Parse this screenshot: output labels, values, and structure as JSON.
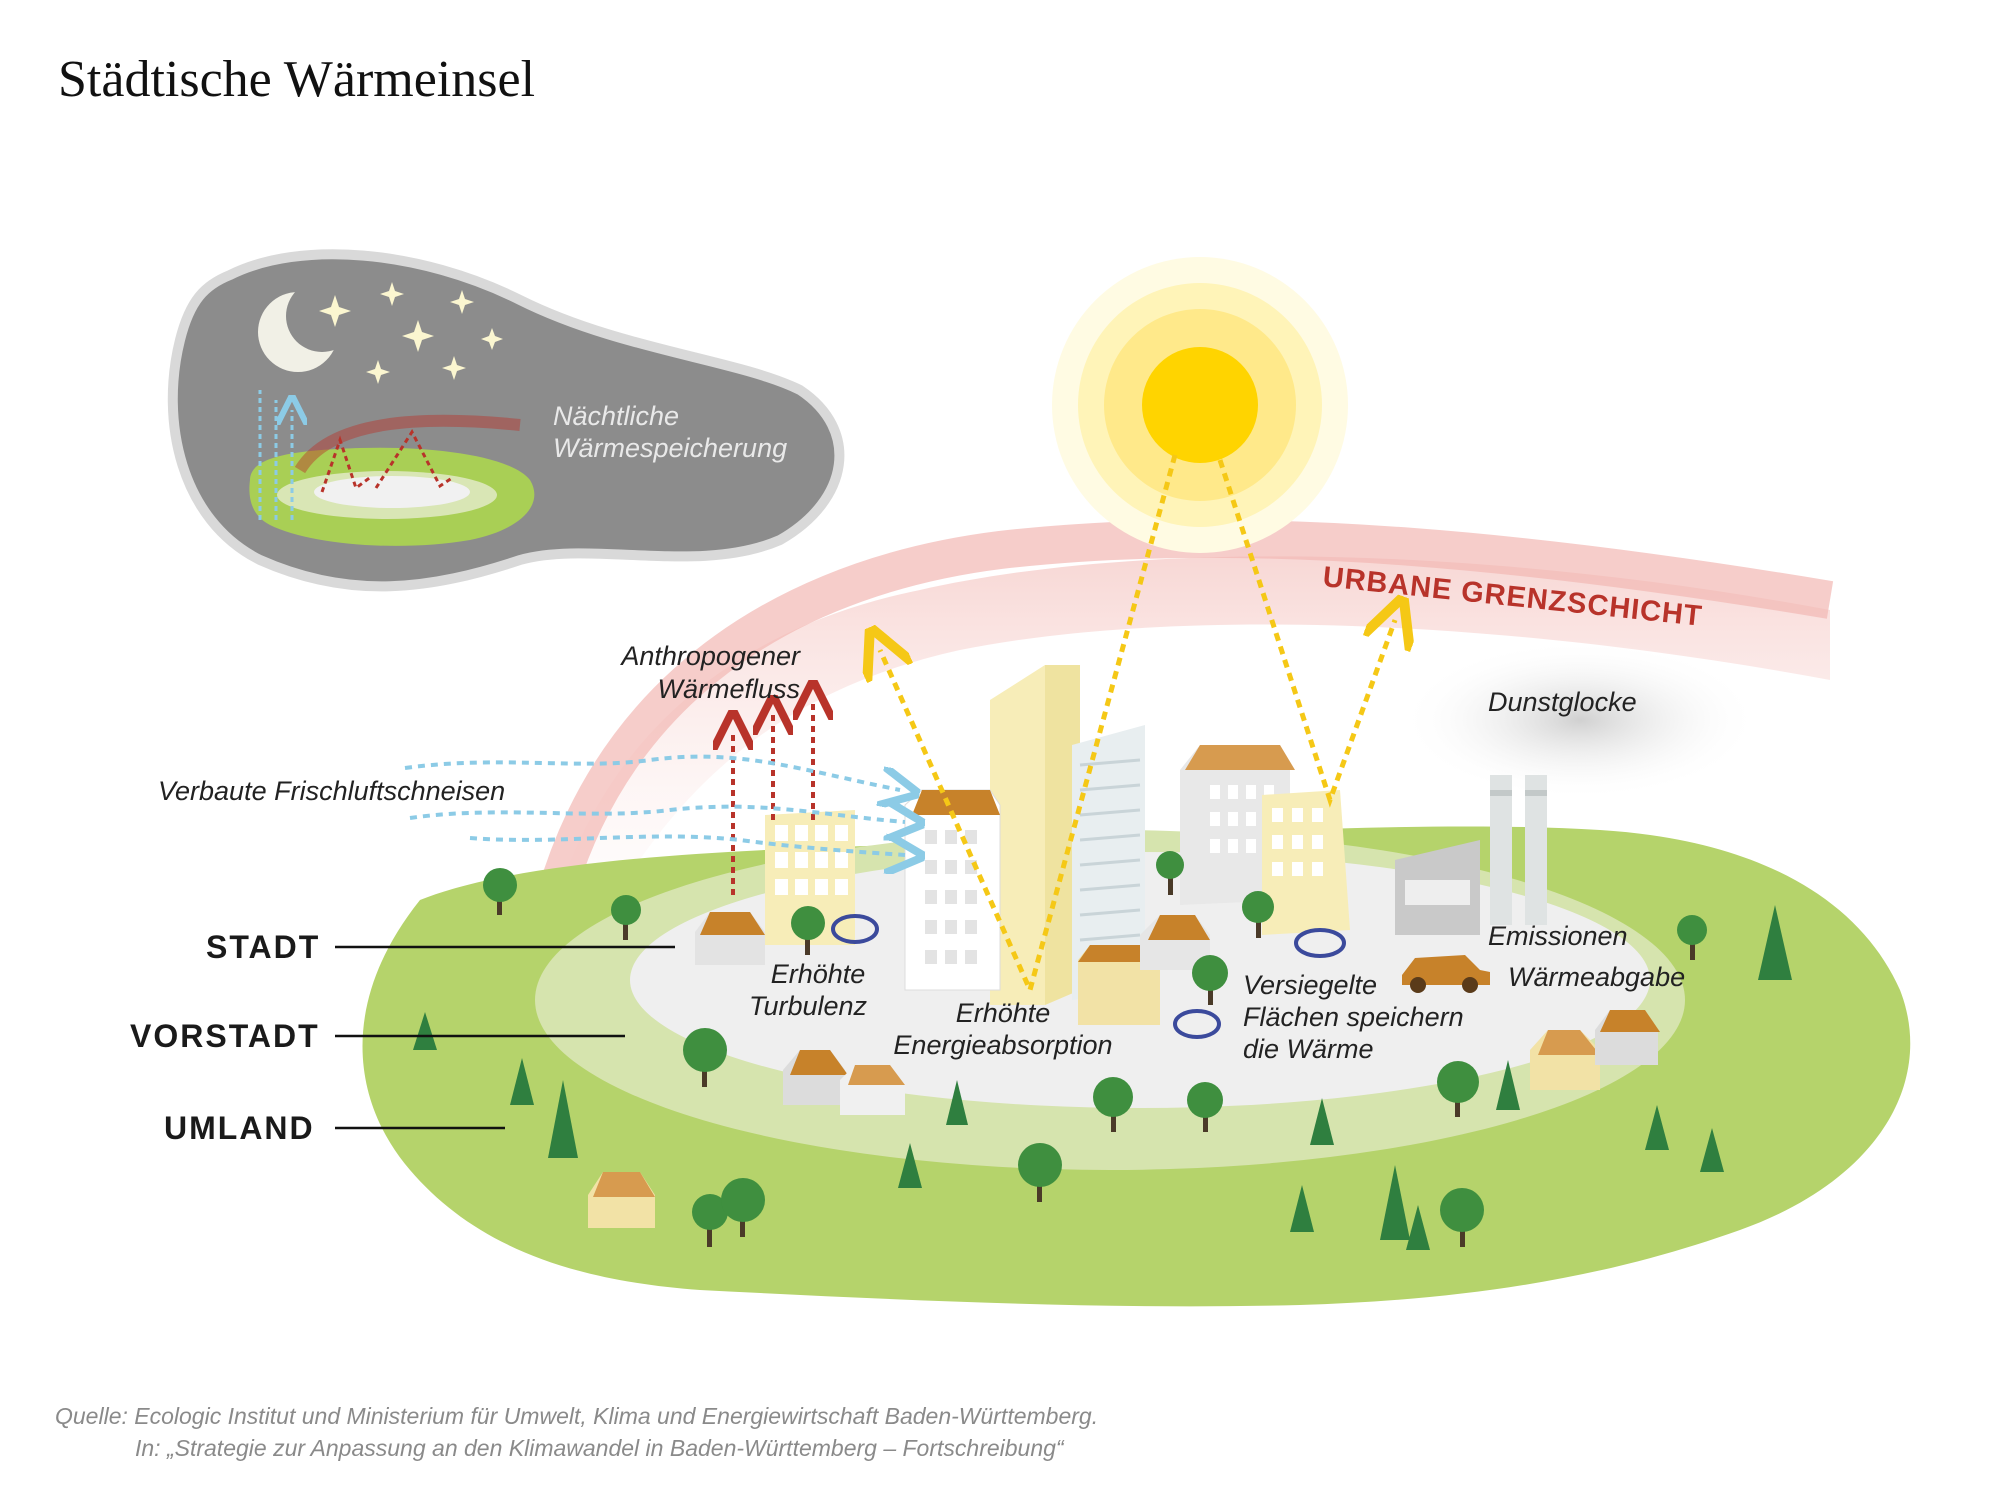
{
  "title": "Städtische Wärmeinsel",
  "night_inset": {
    "label_line1": "Nächtliche",
    "label_line2": "Wärmespeicherung"
  },
  "boundary_layer": "URBANE GRENZSCHICHT",
  "labels": {
    "anthropogenic_line1": "Anthropogener",
    "anthropogenic_line2": "Wärmefluss",
    "fresh_air": "Verbaute Frischluftschneisen",
    "haze": "Dunstglocke",
    "turbulence_line1": "Erhöhte",
    "turbulence_line2": "Turbulenz",
    "absorption_line1": "Erhöhte",
    "absorption_line2": "Energieabsorption",
    "sealed_line1": "Versiegelte",
    "sealed_line2": "Flächen speichern",
    "sealed_line3": "die Wärme",
    "emissions": "Emissionen",
    "heat_release": "Wärmeabgabe"
  },
  "zones": [
    "STADT",
    "VORSTADT",
    "UMLAND"
  ],
  "source": {
    "line1": "Quelle: Ecologic Institut und Ministerium für Umwelt, Klima und Energiewirtschaft Baden-Württemberg.",
    "line2": "In: „Strategie zur Anpassung an den Klimawandel in Baden-Württemberg – Fortschreibung“"
  },
  "colors": {
    "umland": "#b5d36b",
    "vorstadt": "#d6e4ae",
    "stadt": "#efefef",
    "boundary": "#b8332a",
    "sun": "#ffd400",
    "heat_arrow": "#b8332a",
    "air": "#8ccbe6",
    "night": "#8c8c8c"
  },
  "icons": [
    "moon-icon",
    "star-icon",
    "sun-icon",
    "tree-icon",
    "house-icon",
    "car-icon",
    "chimney-icon",
    "turbulence-icon"
  ]
}
